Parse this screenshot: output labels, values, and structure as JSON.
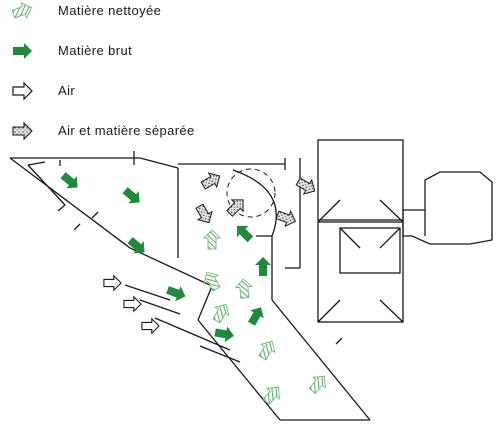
{
  "legend": {
    "items": [
      {
        "key": "cleaned",
        "label": "Matière nettoyée",
        "icon": "hatched-green-arrow-icon"
      },
      {
        "key": "raw",
        "label": "Matière brut",
        "icon": "solid-green-arrow-icon"
      },
      {
        "key": "air",
        "label": "Air",
        "icon": "outline-arrow-icon"
      },
      {
        "key": "separated",
        "label": "Air et matière séparée",
        "icon": "stippled-arrow-icon"
      }
    ]
  },
  "colors": {
    "solid_green": "#1f8a3c",
    "hatch_green": "#5fb36d",
    "line": "#1a1a1a",
    "stipple_fill": "#e6e6e6"
  }
}
